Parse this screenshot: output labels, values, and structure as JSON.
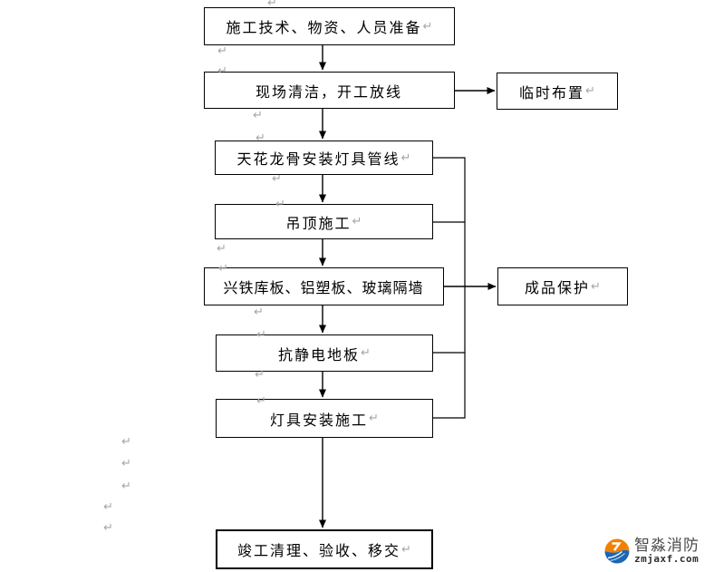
{
  "flowchart": {
    "return_mark": "↵",
    "nodes": {
      "prepare": {
        "label": "施工技术、物资、人员准备",
        "mark": "↵"
      },
      "site_clean": {
        "label": "现场清洁，开工放线",
        "mark": ""
      },
      "temporary_layout": {
        "label": "临时布置",
        "mark": "↵"
      },
      "ceiling_grid": {
        "label": "天花龙骨安装灯具管线",
        "mark": "↵"
      },
      "suspended_ceiling": {
        "label": "吊顶施工",
        "mark": "↵"
      },
      "partition": {
        "label": "兴铁库板、铝塑板、玻璃隔墙",
        "mark": ""
      },
      "product_protection": {
        "label": "成品保护",
        "mark": "↵"
      },
      "antistatic_floor": {
        "label": "抗静电地板",
        "mark": "↵"
      },
      "lighting_install": {
        "label": "灯具安装施工",
        "mark": "↵"
      },
      "completion": {
        "label": "竣工清理、验收、移交",
        "mark": "↵"
      }
    }
  },
  "watermark": {
    "brand": "智淼消防",
    "site": "zmjaxf.com"
  },
  "colors": {
    "line": "#000000",
    "formatting_mark_gray": "#a6a6a6",
    "brand_orange": "#f18101",
    "brand_blue": "#1b66b5"
  }
}
